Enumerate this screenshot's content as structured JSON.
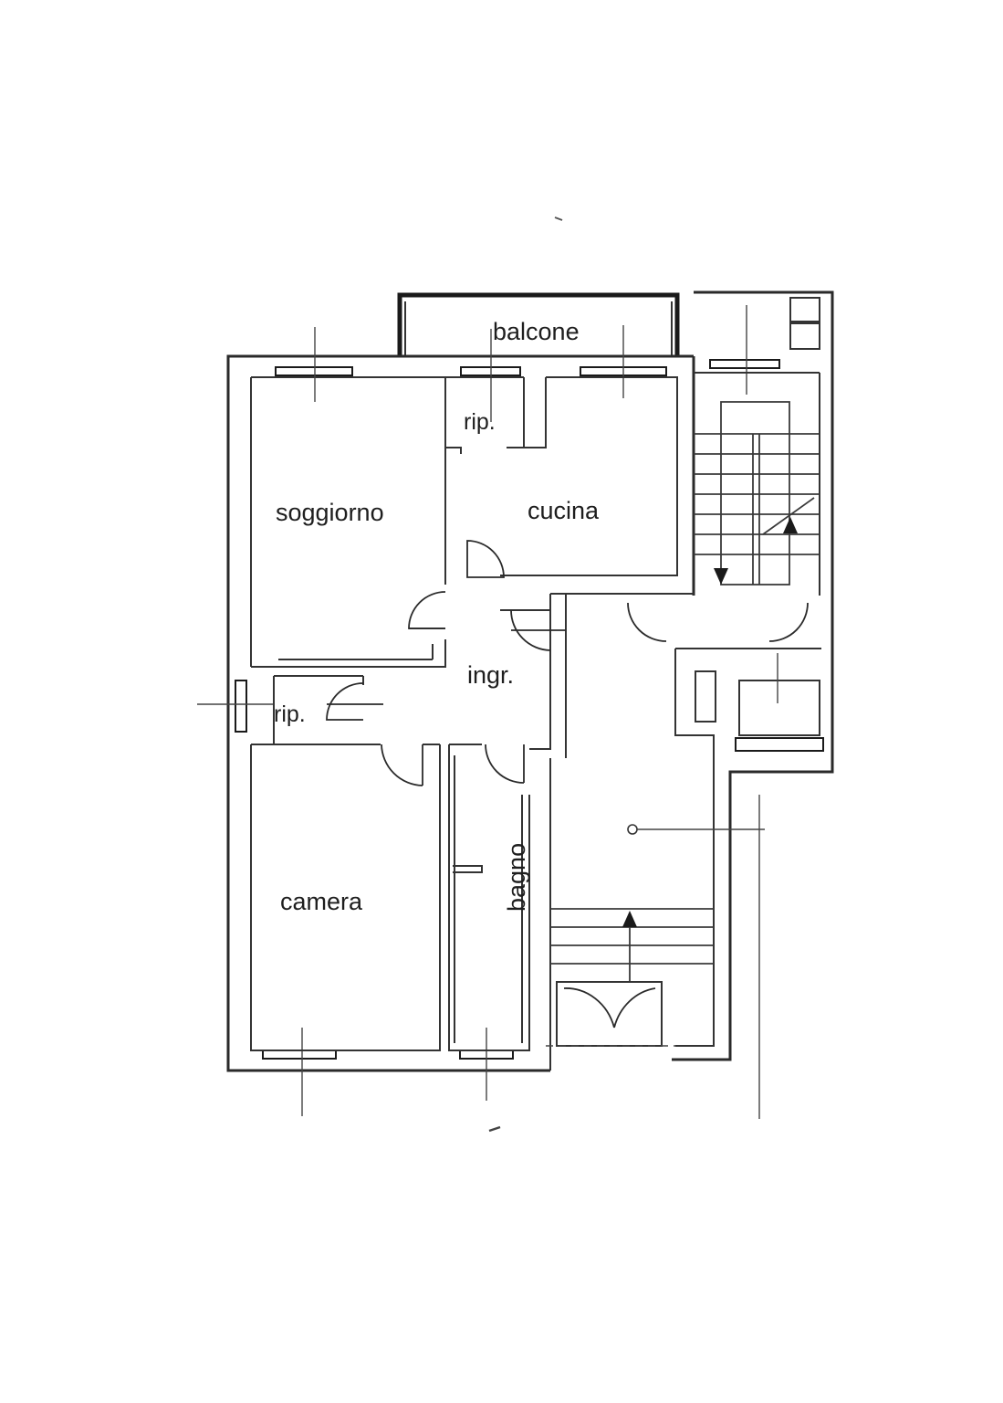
{
  "rooms": {
    "balcone": "balcone",
    "rip_top": "rip.",
    "soggiorno": "soggiorno",
    "cucina": "cucina",
    "ingresso": "ingr.",
    "rip_left": "rip.",
    "bagno": "bagno",
    "camera": "camera"
  }
}
